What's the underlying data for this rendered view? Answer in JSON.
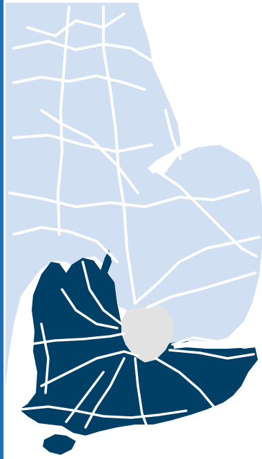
{
  "map": {
    "regions": [
      {
        "id": "east-midlands-east-of-england",
        "role": "context",
        "color": "#d0dff1"
      },
      {
        "id": "south-east",
        "role": "highlighted",
        "color": "#003f66"
      },
      {
        "id": "greater-london",
        "role": "neutral",
        "color": "#e2e2e2"
      }
    ],
    "road_color": "#ffffff",
    "sea_color": "#ffffff",
    "accent_bar_color": "#1f6fb8"
  }
}
